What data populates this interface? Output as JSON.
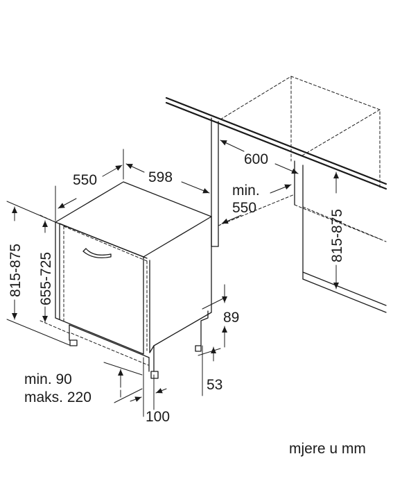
{
  "dimensions": {
    "depth": "550",
    "width": "598",
    "niche_width": "600",
    "niche_depth_min_label": "min.",
    "niche_depth_min": "550",
    "niche_height": "815-875",
    "total_height": "815-875",
    "appliance_height": "655-725",
    "plinth_top": "89",
    "plinth_bottom": "53",
    "foot_min": "min. 90",
    "foot_max": "maks. 220",
    "foot_depth": "100"
  },
  "units_note": "mjere u mm"
}
